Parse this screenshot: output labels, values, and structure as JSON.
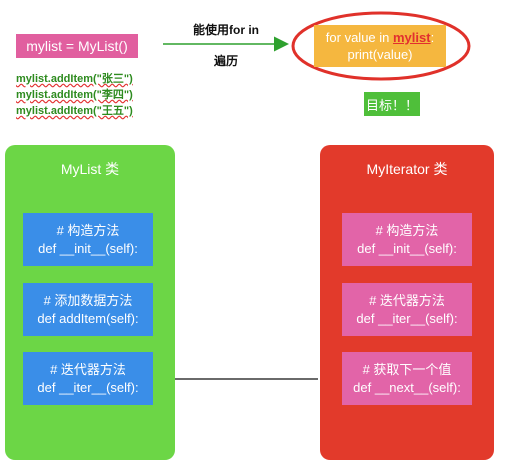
{
  "top": {
    "mylist_expr": "mylist = MyList()",
    "add_items": [
      "mylist.addItem(\"张三\")",
      "mylist.addItem(\"李四\")",
      "mylist.addItem(\"王五\")"
    ],
    "arrow_label_top": "能使用for in",
    "arrow_label_bottom": "遍历",
    "loop_prefix": "for value in ",
    "loop_keyword": "mylist",
    "loop_suffix": ":",
    "loop_line2": "print(value)",
    "goal": "目标！！"
  },
  "mylist_panel": {
    "title": "MyList 类",
    "methods": [
      {
        "comment": "# 构造方法",
        "code": "def __init__(self):"
      },
      {
        "comment": "# 添加数据方法",
        "code": "def addItem(self):"
      },
      {
        "comment": "# 迭代器方法",
        "code": "def __iter__(self):"
      }
    ]
  },
  "myiter_panel": {
    "title": "MyIterator 类",
    "methods": [
      {
        "comment": "# 构造方法",
        "code": "def __init__(self):"
      },
      {
        "comment": "# 迭代器方法",
        "code": "def __iter__(self):"
      },
      {
        "comment": "# 获取下一个值",
        "code": "def __next__(self):"
      }
    ]
  },
  "colors": {
    "pink": "#e15f9f",
    "green": "#6cd646",
    "red": "#e23a2b",
    "blue": "#3a8ee8",
    "orange": "#f5b73f",
    "arrow": "#2ea12e",
    "ellipse": "#e0312a"
  }
}
